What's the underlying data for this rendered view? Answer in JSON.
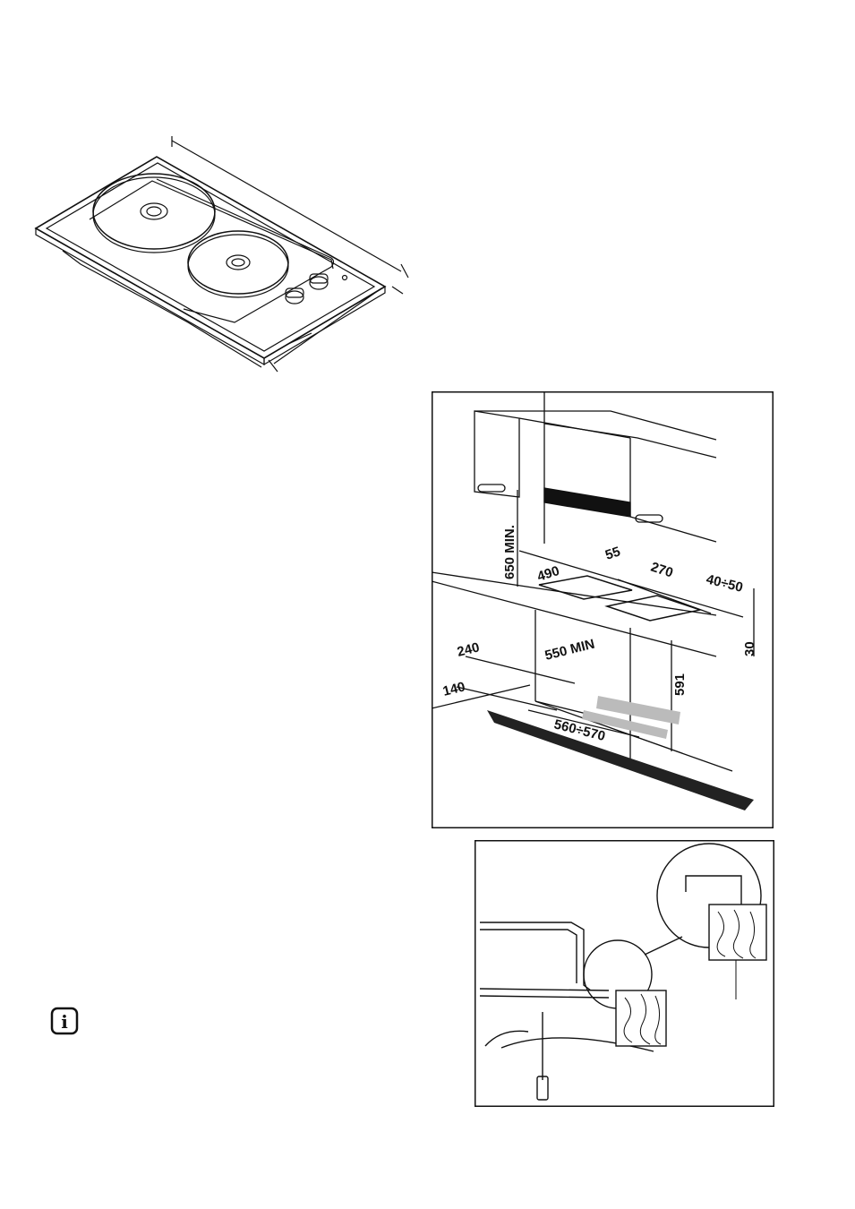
{
  "figures": {
    "hob": {
      "icon": "electric-hob-illustration"
    },
    "installation": {
      "icon": "installation-dimensions-diagram",
      "labels": {
        "cabinet_height": "650 MIN.",
        "depth": "490",
        "gap": "55",
        "width": "270",
        "edge": "40÷50",
        "thickness": "30",
        "oven_depth": "550 MIN",
        "oven_height": "591",
        "left_depth_a": "240",
        "left_depth_b": "140",
        "oven_width": "560÷570"
      }
    },
    "detail": {
      "icon": "fixing-bracket-detail"
    }
  },
  "info_icon": {
    "icon": "information-icon",
    "glyph": "i"
  }
}
